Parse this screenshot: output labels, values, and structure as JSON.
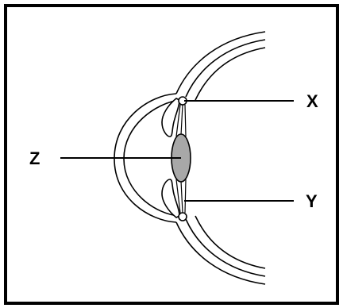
{
  "labels": {
    "x": "X",
    "y": "Y",
    "z": "Z"
  },
  "colors": {
    "lens_fill": "#a8a8a8",
    "stroke": "#000000",
    "background": "#ffffff"
  }
}
